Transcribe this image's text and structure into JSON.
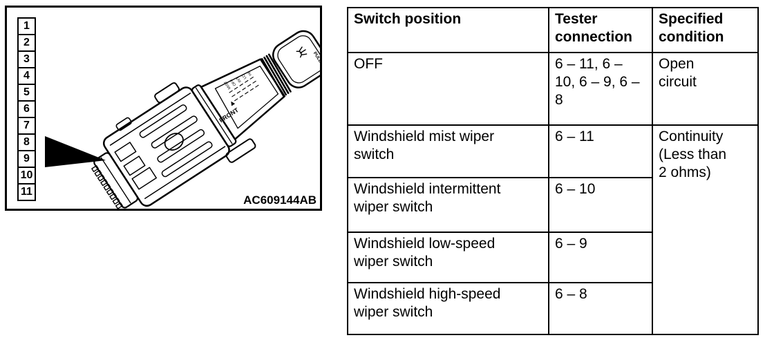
{
  "figure": {
    "pins": [
      "1",
      "2",
      "3",
      "4",
      "5",
      "6",
      "7",
      "8",
      "9",
      "10",
      "11"
    ],
    "code": "AC609144AB",
    "stalk_front_label": "FRONT",
    "stalk_positions": [
      "MIST",
      "OFF",
      "INT",
      "LO",
      "HI"
    ],
    "knob_label": "PULL"
  },
  "table": {
    "headers": {
      "switch_position": "Switch position",
      "tester_connection": "Tester\nconnection",
      "specified_condition": "Specified\ncondition"
    },
    "rows": [
      {
        "position": "OFF",
        "tester": "6 – 11, 6 –\n10, 6 – 9, 6 –\n8",
        "condition": "Open\ncircuit"
      },
      {
        "position": "Windshield mist wiper\nswitch",
        "tester": "6 – 11",
        "condition": "Continuity\n(Less than\n2 ohms)"
      },
      {
        "position": "Windshield intermittent\nwiper switch",
        "tester": "6 – 10"
      },
      {
        "position": "Windshield low-speed\nwiper switch",
        "tester": "6 – 9"
      },
      {
        "position": "Windshield high-speed\nwiper switch",
        "tester": "6 – 8"
      }
    ]
  }
}
